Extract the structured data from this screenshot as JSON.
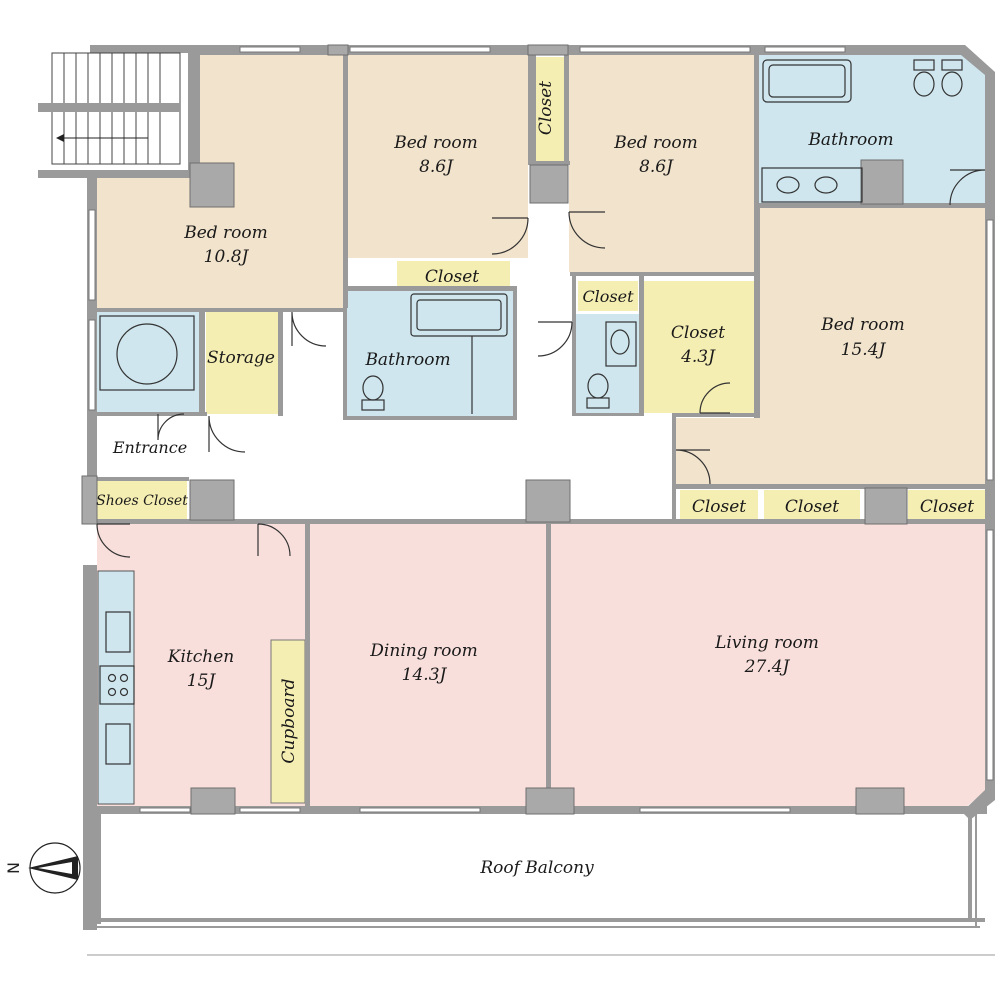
{
  "rooms": {
    "bedroom_1": {
      "name": "Bed room",
      "area": "10.8J"
    },
    "bedroom_2": {
      "name": "Bed room",
      "area": "8.6J"
    },
    "bedroom_3": {
      "name": "Bed room",
      "area": "8.6J"
    },
    "bedroom_4": {
      "name": "Bed room",
      "area": "15.4J"
    },
    "bathroom_1": {
      "name": "Bathroom"
    },
    "bathroom_2": {
      "name": "Bathroom"
    },
    "storage": {
      "name": "Storage"
    },
    "entrance": {
      "name": "Entrance"
    },
    "shoes_closet": {
      "name": "Shoes Closet"
    },
    "closet_vertical": {
      "name": "Closet"
    },
    "closet_bathroom": {
      "name": "Closet"
    },
    "closet_small": {
      "name": "Closet"
    },
    "closet_walk_in": {
      "name": "Closet",
      "area": "4.3J"
    },
    "closet_row_1": {
      "name": "Closet"
    },
    "closet_row_2": {
      "name": "Closet"
    },
    "closet_row_3": {
      "name": "Closet"
    },
    "kitchen": {
      "name": "Kitchen",
      "area": "15J"
    },
    "cupboard": {
      "name": "Cupboard"
    },
    "dining_room": {
      "name": "Dining room",
      "area": "14.3J"
    },
    "living_room": {
      "name": "Living room",
      "area": "27.4J"
    },
    "roof_balcony": {
      "name": "Roof Balcony"
    }
  },
  "compass": {
    "label": "N"
  },
  "colors": {
    "bedroom": "#f2e3cc",
    "wet_room": "#cfe6ee",
    "storage": "#f5eeb3",
    "living": "#f8dfdb",
    "wall": "#9a9a9a",
    "column": "#a9a9a9"
  }
}
